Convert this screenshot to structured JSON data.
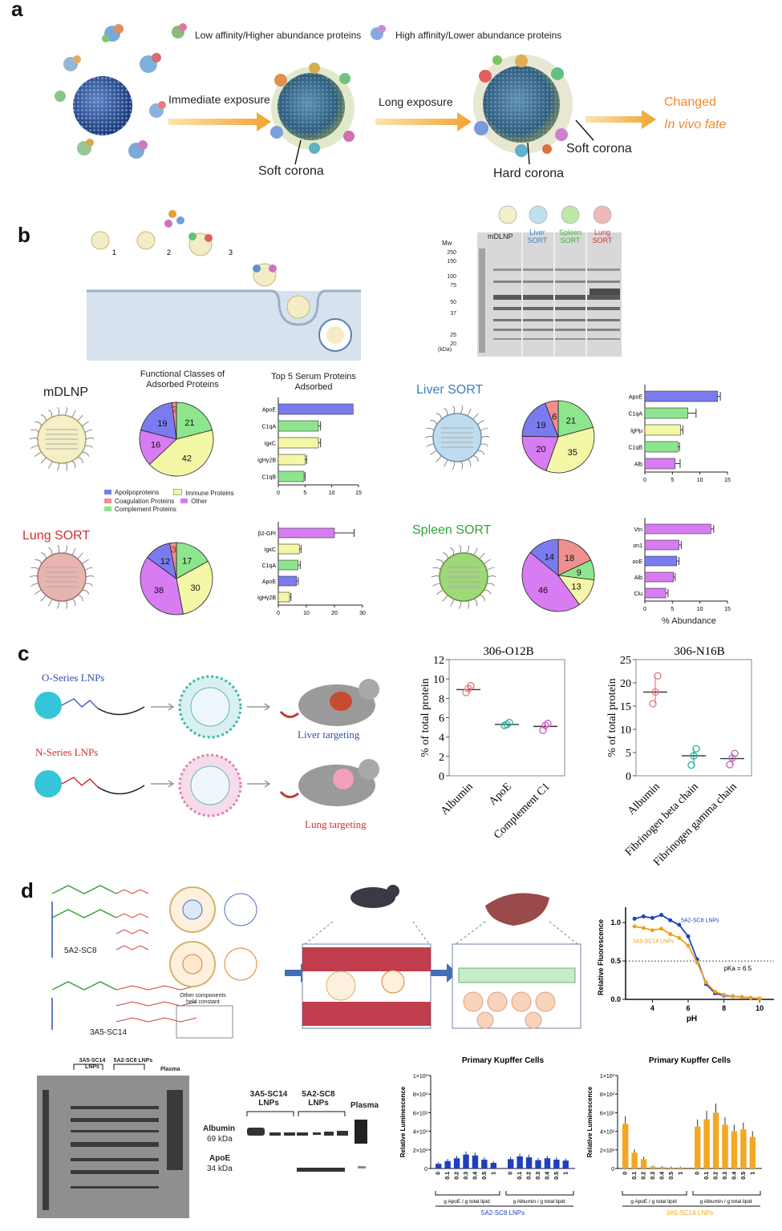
{
  "panels": {
    "a": {
      "letter": "a",
      "legend_low": "Low affinity/Higher abundance proteins",
      "legend_high": "High affinity/Lower abundance proteins",
      "immediate": "Immediate exposure",
      "long": "Long exposure",
      "soft_corona_1": "Soft corona",
      "soft_corona_2": "Soft corona",
      "hard_corona": "Hard corona",
      "changed": "Changed",
      "invivo": "In vivo fate"
    },
    "b": {
      "letter": "b",
      "steps": [
        "1",
        "2",
        "3"
      ],
      "gel": {
        "mw_label": "Mw",
        "markers": [
          "250",
          "150",
          "100",
          "75",
          "50",
          "37",
          "25",
          "20"
        ],
        "kda": "(kDa)",
        "lanes": [
          "mDLNP",
          "Liver SORT",
          "Spleen SORT",
          "Lung SORT"
        ]
      },
      "mdlnp_title": "mDLNP",
      "functional_title": "Functional Classes of Adsorbed Proteins",
      "top5_title": "Top 5 Serum Proteins Adsorbed",
      "liver_title": "Liver SORT",
      "lung_title": "Lung SORT",
      "spleen_title": "Spleen SORT",
      "legend": [
        "Apolipoproteins",
        "Immune Proteins",
        "Coagulation Proteins",
        "Other",
        "Complement Proteins"
      ],
      "abundance_label": "% Abundance",
      "colors": {
        "apo": "#7b7bf0",
        "immune": "#f4f7a6",
        "coag": "#ef8f8f",
        "other": "#d77cf2",
        "comp": "#8de68d"
      }
    },
    "c": {
      "letter": "c",
      "o_series": "O-Series LNPs",
      "n_series": "N-Series LNPs",
      "liver_targeting": "Liver targeting",
      "lung_targeting": "Lung targeting"
    },
    "d": {
      "letter": "d",
      "lipid1": "5A2-SC8",
      "lipid2": "3A5-SC14",
      "other_components": "Other components held constant",
      "gel_headers": [
        "3A5-SC14 LNPs",
        "5A2-SC8 LNPs",
        "Plasma"
      ],
      "wb_headers": [
        "3A5-SC14 LNPs",
        "5A2-SC8 LNPs",
        "Plasma"
      ],
      "albumin": "Albumin",
      "albumin_kda": "69 kDa",
      "apoe": "ApoE",
      "apoe_kda": "34 kDa",
      "kupffer_title_1": "Primary Kupffer Cells",
      "kupffer_title_2": "Primary Kupffer Cells",
      "rl_label": "Relative Luminescence",
      "group_apoe": "g ApoE / g total lipid",
      "group_alb": "g Albumin / g total lipid",
      "lnp_5a2": "5A2-SC8 LNPs",
      "lnp_3a5": "3A5-SC14 LNPs",
      "rf_label": "Relative Fluorescence",
      "ph_label": "pH",
      "pka": "pKa = 6.5"
    }
  },
  "chart_data": [
    {
      "type": "pie",
      "title": "Functional Classes of Adsorbed Proteins",
      "panel": "mDLNP",
      "series": [
        {
          "name": "Complement Proteins",
          "value": 21,
          "color": "#8de68d"
        },
        {
          "name": "Immune Proteins",
          "value": 42,
          "color": "#f4f7a6"
        },
        {
          "name": "Other",
          "value": 16,
          "color": "#d77cf2"
        },
        {
          "name": "Apolipoproteins",
          "value": 19,
          "color": "#7b7bf0"
        },
        {
          "name": "Coagulation Proteins",
          "value": 2,
          "color": "#ef8f8f"
        }
      ]
    },
    {
      "type": "bar",
      "title": "Top 5 Serum Proteins Adsorbed",
      "panel": "mDLNP",
      "categories": [
        "ApoE",
        "C1qA",
        "IgκC",
        "IgHγ2B",
        "C1qB"
      ],
      "values": [
        14,
        7.5,
        7.5,
        5,
        4.8
      ],
      "errors": [
        0,
        0.4,
        0.4,
        0.3,
        0.2
      ],
      "colors": [
        "#7b7bf0",
        "#8de68d",
        "#f4f7a6",
        "#f4f7a6",
        "#8de68d"
      ],
      "xlim": [
        0,
        15
      ],
      "xticks": [
        "0",
        "5",
        "10",
        "15"
      ]
    },
    {
      "type": "pie",
      "panel": "Liver SORT",
      "series": [
        {
          "name": "Complement Proteins",
          "value": 21,
          "color": "#8de68d"
        },
        {
          "name": "Immune Proteins",
          "value": 35,
          "color": "#f4f7a6"
        },
        {
          "name": "Other",
          "value": 20,
          "color": "#d77cf2"
        },
        {
          "name": "Apolipoproteins",
          "value": 19,
          "color": "#7b7bf0"
        },
        {
          "name": "Coagulation Proteins",
          "value": 6,
          "color": "#ef8f8f"
        }
      ]
    },
    {
      "type": "bar",
      "panel": "Liver SORT",
      "categories": [
        "ApoE",
        "C1qA",
        "IgHμ",
        "C1qB",
        "Alb"
      ],
      "values": [
        13.2,
        7.8,
        6.5,
        6,
        5.5
      ],
      "errors": [
        0.5,
        1.5,
        0.4,
        0.3,
        0.9
      ],
      "colors": [
        "#7b7bf0",
        "#8de68d",
        "#f4f7a6",
        "#8de68d",
        "#d77cf2"
      ],
      "xlim": [
        0,
        15
      ],
      "xticks": [
        "0",
        "5",
        "10",
        "15"
      ]
    },
    {
      "type": "pie",
      "panel": "Lung SORT",
      "series": [
        {
          "name": "Complement Proteins",
          "value": 17,
          "color": "#8de68d"
        },
        {
          "name": "Immune Proteins",
          "value": 30,
          "color": "#f4f7a6"
        },
        {
          "name": "Other",
          "value": 38,
          "color": "#d77cf2"
        },
        {
          "name": "Apolipoproteins",
          "value": 12,
          "color": "#7b7bf0"
        },
        {
          "name": "Coagulation Proteins",
          "value": 3,
          "color": "#ef8f8f"
        }
      ]
    },
    {
      "type": "bar",
      "panel": "Lung SORT",
      "categories": [
        "β2-GPI",
        "IgκC",
        "C1qA",
        "ApoE",
        "IgHγ2B"
      ],
      "values": [
        20,
        7.5,
        7,
        6.5,
        4
      ],
      "errors": [
        7,
        0.6,
        0.8,
        0.6,
        0.5
      ],
      "colors": [
        "#d77cf2",
        "#f4f7a6",
        "#8de68d",
        "#7b7bf0",
        "#f4f7a6"
      ],
      "xlim": [
        0,
        30
      ],
      "xticks": [
        "0",
        "10",
        "20",
        "30"
      ]
    },
    {
      "type": "pie",
      "panel": "Spleen SORT",
      "series": [
        {
          "name": "Coagulation Proteins",
          "value": 18,
          "color": "#ef8f8f"
        },
        {
          "name": "Complement Proteins",
          "value": 9,
          "color": "#8de68d"
        },
        {
          "name": "Immune Proteins",
          "value": 13,
          "color": "#f4f7a6"
        },
        {
          "name": "Other",
          "value": 46,
          "color": "#d77cf2"
        },
        {
          "name": "Apolipoproteins",
          "value": 14,
          "color": "#7b7bf0"
        }
      ]
    },
    {
      "type": "bar",
      "panel": "Spleen SORT",
      "categories": [
        "Vtn",
        "on1",
        "ooE",
        "Alb",
        "Clu"
      ],
      "values": [
        12,
        6.2,
        5.8,
        5.2,
        3.8
      ],
      "errors": [
        0.5,
        0.4,
        0.4,
        0.3,
        0.4
      ],
      "colors": [
        "#d77cf2",
        "#d77cf2",
        "#7b7bf0",
        "#d77cf2",
        "#d77cf2"
      ],
      "xlim": [
        0,
        15
      ],
      "xticks": [
        "0",
        "5",
        "10",
        "15"
      ],
      "xlabel": "% Abundance"
    },
    {
      "type": "scatter",
      "title": "306-O12B",
      "ylabel": "% of total protein",
      "ylim": [
        0,
        12
      ],
      "yticks": [
        "0",
        "2",
        "4",
        "6",
        "8",
        "10",
        "12"
      ],
      "categories": [
        "Albumin",
        "ApoE",
        "Complement C1"
      ],
      "means": [
        8.9,
        5.3,
        5.1
      ],
      "points": [
        [
          8.6,
          9.0,
          9.3
        ],
        [
          5.2,
          5.3,
          5.5
        ],
        [
          4.7,
          5.2,
          5.4
        ]
      ],
      "colors": [
        "#e87c82",
        "#2bb5a3",
        "#c968c9"
      ]
    },
    {
      "type": "scatter",
      "title": "306-N16B",
      "ylabel": "% of total protein",
      "ylim": [
        0,
        25
      ],
      "yticks": [
        "0",
        "5",
        "10",
        "15",
        "20",
        "25"
      ],
      "categories": [
        "Albumin",
        "Fibrinogen beta chain",
        "Fibrinogen gamma chain"
      ],
      "means": [
        18,
        4.3,
        3.7
      ],
      "points": [
        [
          15.5,
          18,
          21.5
        ],
        [
          2.3,
          4.3,
          5.8
        ],
        [
          2.4,
          3.8,
          4.8
        ]
      ],
      "colors": [
        "#e87c82",
        "#2bb5a3",
        "#c968c9"
      ]
    },
    {
      "type": "line",
      "xlabel": "pH",
      "ylabel": "Relative Fluorescence",
      "xlim": [
        2.5,
        10.8
      ],
      "ylim": [
        0,
        1.2
      ],
      "xticks": [
        "4",
        "6",
        "8",
        "10"
      ],
      "yticks": [
        "0.0",
        "0.5",
        "1.0"
      ],
      "series": [
        {
          "name": "5A2-SC8 LNPs",
          "color": "#2040c0",
          "x": [
            3,
            3.5,
            4,
            4.5,
            5,
            5.5,
            6,
            6.5,
            7,
            7.5,
            8,
            8.5,
            9,
            9.5,
            10
          ],
          "y": [
            1.05,
            1.08,
            1.06,
            1.1,
            1.03,
            0.97,
            0.82,
            0.52,
            0.2,
            0.08,
            0.05,
            0.04,
            0.03,
            0.02,
            0.01
          ]
        },
        {
          "name": "3A5-SC14 LNPs",
          "color": "#f0a020",
          "x": [
            3,
            3.5,
            4,
            4.5,
            5,
            5.5,
            6,
            6.5,
            7,
            7.5,
            8,
            8.5,
            9,
            9.5,
            10
          ],
          "y": [
            0.95,
            0.93,
            0.9,
            0.92,
            0.85,
            0.8,
            0.7,
            0.48,
            0.22,
            0.1,
            0.06,
            0.04,
            0.03,
            0.02,
            0.01
          ]
        }
      ],
      "annotation": "pKa = 6.5"
    },
    {
      "type": "bar",
      "title": "Primary Kupffer Cells",
      "ylabel": "Relative Luminescence",
      "yticks": [
        "0",
        "2×10²",
        "4×10²",
        "6×10²",
        "8×10²",
        "1×10³"
      ],
      "ylim": [
        0,
        1000
      ],
      "categories": [
        "0",
        "0.1",
        "0.2",
        "0.3",
        "0.4",
        "0.5",
        "1",
        "0",
        "0.1",
        "0.2",
        "0.3",
        "0.4",
        "0.5",
        "1"
      ],
      "values": [
        50,
        80,
        110,
        150,
        140,
        95,
        60,
        100,
        130,
        120,
        90,
        110,
        95,
        85
      ],
      "color": "#1f3fbf",
      "groups": [
        "g ApoE / g total lipid",
        "g Albumin / g total lipid"
      ],
      "xlabel": "5A2-SC8 LNPs"
    },
    {
      "type": "bar",
      "title": "Primary Kupffer Cells",
      "ylabel": "Relative Luminescence",
      "yticks": [
        "0",
        "2×10²",
        "4×10²",
        "6×10²",
        "8×10²",
        "1×10³"
      ],
      "ylim": [
        0,
        1000
      ],
      "categories": [
        "0",
        "0.1",
        "0.2",
        "0.3",
        "0.4",
        "0.5",
        "1",
        "0",
        "0.1",
        "0.2",
        "0.3",
        "0.4",
        "0.5",
        "1"
      ],
      "values": [
        480,
        170,
        100,
        20,
        15,
        10,
        10,
        450,
        530,
        600,
        470,
        400,
        420,
        340
      ],
      "color": "#f5a623",
      "groups": [
        "g ApoE / g total lipid",
        "g Albumin / g total lipid"
      ],
      "xlabel": "3A5-SC14 LNPs"
    }
  ]
}
